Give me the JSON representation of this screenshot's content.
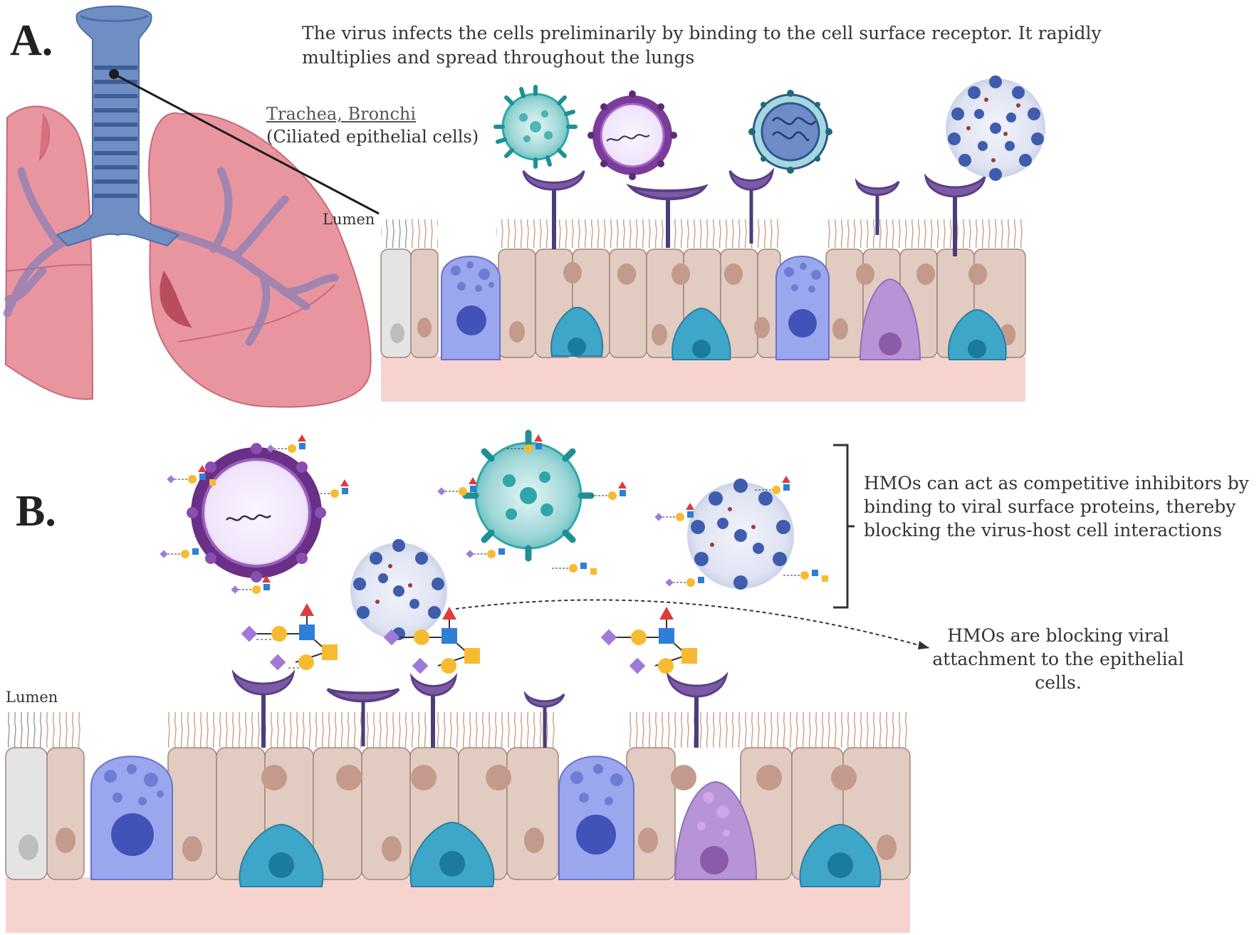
{
  "panel_a": {
    "label": "A.",
    "description": "The virus infects the cells preliminarily by binding to the cell surface receptor. It rapidly multiplies and spread throughout the lungs",
    "site_name": "Trachea, Bronchi",
    "site_cells": "(Ciliated epithelial cells)",
    "lumen": "Lumen"
  },
  "panel_b": {
    "label": "B.",
    "inhibitor_text": "HMOs can act as competitive inhibitors by binding to viral surface proteins, thereby blocking the virus-host cell interactions",
    "blocking_text": "HMOs are blocking viral attachment to the epithelial cells.",
    "lumen": "Lumen"
  },
  "colors": {
    "lung": "#e8919b",
    "trachea": "#6f8fc4",
    "ciliated_cell": "#e2cbc0",
    "goblet_cell": "#9aa7ee",
    "basal_cell": "#3ea6c8",
    "club_cell": "#b694d6",
    "basement": "#f6d2cf",
    "receptor": "#7d5aa8",
    "virus_teal": "#2fa7a9",
    "virus_purple": "#7a3c98",
    "virus_blue": "#3f5cad",
    "hmo_galactose": "#f7bb31",
    "hmo_sialic": "#a07ad8",
    "hmo_glcnac": "#2e7fd6",
    "hmo_fucose": "#e03b3b"
  }
}
